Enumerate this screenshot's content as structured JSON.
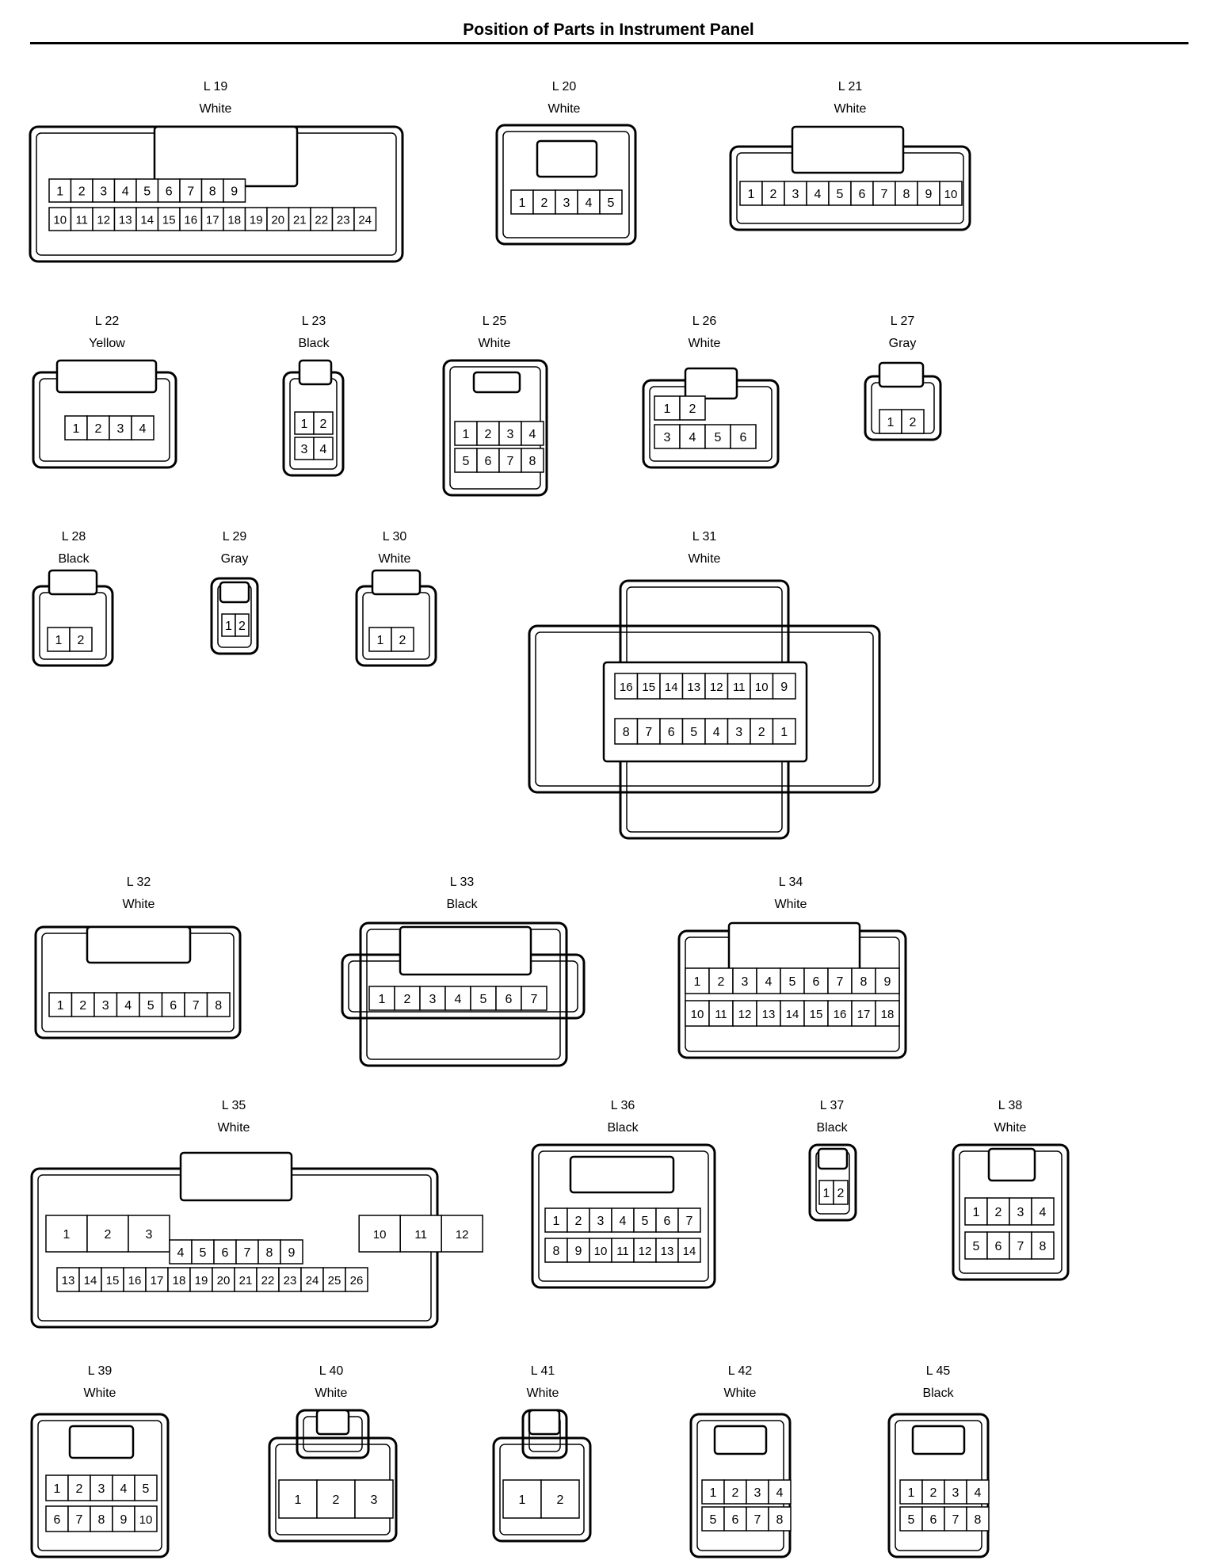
{
  "title": "Position of Parts in Instrument Panel",
  "connectors": [
    {
      "id": "L 19",
      "color": "White",
      "rows": [
        [
          "1",
          "2",
          "3",
          "4",
          "5",
          "6",
          "7",
          "8",
          "9"
        ],
        [
          "10",
          "11",
          "12",
          "13",
          "14",
          "15",
          "16",
          "17",
          "18",
          "19",
          "20",
          "21",
          "22",
          "23",
          "24"
        ]
      ]
    },
    {
      "id": "L 20",
      "color": "White",
      "rows": [
        [
          "1",
          "2",
          "3",
          "4",
          "5"
        ]
      ]
    },
    {
      "id": "L 21",
      "color": "White",
      "rows": [
        [
          "1",
          "2",
          "3",
          "4",
          "5",
          "6",
          "7",
          "8",
          "9",
          "10"
        ]
      ]
    },
    {
      "id": "L 22",
      "color": "Yellow",
      "rows": [
        [
          "1",
          "2",
          "3",
          "4"
        ]
      ]
    },
    {
      "id": "L 23",
      "color": "Black",
      "rows": [
        [
          "1",
          "2"
        ],
        [
          "3",
          "4"
        ]
      ]
    },
    {
      "id": "L 25",
      "color": "White",
      "rows": [
        [
          "1",
          "2",
          "3",
          "4"
        ],
        [
          "5",
          "6",
          "7",
          "8"
        ]
      ]
    },
    {
      "id": "L 26",
      "color": "White",
      "rows": [
        [
          "1",
          "2"
        ],
        [
          "3",
          "4",
          "5",
          "6"
        ]
      ]
    },
    {
      "id": "L 27",
      "color": "Gray",
      "rows": [
        [
          "1",
          "2"
        ]
      ]
    },
    {
      "id": "L 28",
      "color": "Black",
      "rows": [
        [
          "1",
          "2"
        ]
      ]
    },
    {
      "id": "L 29",
      "color": "Gray",
      "rows": [
        [
          "1",
          "2"
        ]
      ]
    },
    {
      "id": "L 30",
      "color": "White",
      "rows": [
        [
          "1",
          "2"
        ]
      ]
    },
    {
      "id": "L 31",
      "color": "White",
      "rows": [
        [
          "16",
          "15",
          "14",
          "13",
          "12",
          "11",
          "10",
          "9"
        ],
        [
          "8",
          "7",
          "6",
          "5",
          "4",
          "3",
          "2",
          "1"
        ]
      ]
    },
    {
      "id": "L 32",
      "color": "White",
      "rows": [
        [
          "1",
          "2",
          "3",
          "4",
          "5",
          "6",
          "7",
          "8"
        ]
      ]
    },
    {
      "id": "L 33",
      "color": "Black",
      "rows": [
        [
          "1",
          "2",
          "3",
          "4",
          "5",
          "6",
          "7"
        ]
      ]
    },
    {
      "id": "L 34",
      "color": "White",
      "rows": [
        [
          "1",
          "2",
          "3",
          "4",
          "5",
          "6",
          "7",
          "8",
          "9"
        ],
        [
          "10",
          "11",
          "12",
          "13",
          "14",
          "15",
          "16",
          "17",
          "18"
        ]
      ]
    },
    {
      "id": "L 35",
      "color": "White",
      "rows": [
        [
          "1",
          "2",
          "3",
          "10",
          "11",
          "12"
        ],
        [
          "4",
          "5",
          "6",
          "7",
          "8",
          "9"
        ],
        [
          "13",
          "14",
          "15",
          "16",
          "17",
          "18",
          "19",
          "20",
          "21",
          "22",
          "23",
          "24",
          "25",
          "26"
        ]
      ]
    },
    {
      "id": "L 36",
      "color": "Black",
      "rows": [
        [
          "1",
          "2",
          "3",
          "4",
          "5",
          "6",
          "7"
        ],
        [
          "8",
          "9",
          "10",
          "11",
          "12",
          "13",
          "14"
        ]
      ]
    },
    {
      "id": "L 37",
      "color": "Black",
      "rows": [
        [
          "1",
          "2"
        ]
      ]
    },
    {
      "id": "L 38",
      "color": "White",
      "rows": [
        [
          "1",
          "2",
          "3",
          "4"
        ],
        [
          "5",
          "6",
          "7",
          "8"
        ]
      ]
    },
    {
      "id": "L 39",
      "color": "White",
      "rows": [
        [
          "1",
          "2",
          "3",
          "4",
          "5"
        ],
        [
          "6",
          "7",
          "8",
          "9",
          "10"
        ]
      ]
    },
    {
      "id": "L 40",
      "color": "White",
      "rows": [
        [
          "1",
          "2",
          "3"
        ]
      ]
    },
    {
      "id": "L 41",
      "color": "White",
      "rows": [
        [
          "1",
          "2"
        ]
      ]
    },
    {
      "id": "L 42",
      "color": "White",
      "rows": [
        [
          "1",
          "2",
          "3",
          "4"
        ],
        [
          "5",
          "6",
          "7",
          "8"
        ]
      ]
    },
    {
      "id": "L 45",
      "color": "Black",
      "rows": [
        [
          "1",
          "2",
          "3",
          "4"
        ],
        [
          "5",
          "6",
          "7",
          "8"
        ]
      ]
    }
  ]
}
